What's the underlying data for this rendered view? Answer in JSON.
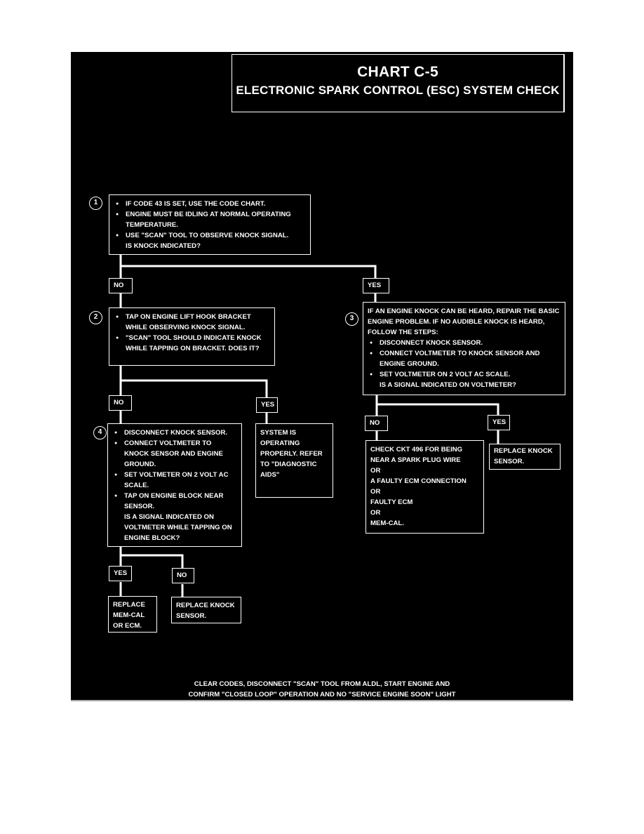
{
  "title": "CHART C-5",
  "subtitle": "ELECTRONIC SPARK CONTROL (ESC) SYSTEM CHECK",
  "steps": {
    "s1": {
      "num": "1",
      "lines": [
        "IF CODE 43 IS SET, USE THE CODE CHART.",
        "ENGINE MUST BE IDLING AT NORMAL OPERATING TEMPERATURE.",
        "USE \"SCAN\" TOOL TO OBSERVE KNOCK SIGNAL.",
        "IS KNOCK INDICATED?"
      ]
    },
    "s2": {
      "num": "2",
      "lines": [
        "TAP ON ENGINE LIFT HOOK BRACKET WHILE OBSERVING KNOCK SIGNAL.",
        "\"SCAN\" TOOL SHOULD INDICATE KNOCK WHILE TAPPING ON BRACKET. DOES IT?"
      ]
    },
    "s3": {
      "num": "3",
      "lines": [
        "IF AN ENGINE KNOCK CAN BE HEARD, REPAIR THE BASIC ENGINE PROBLEM. IF NO AUDIBLE KNOCK IS HEARD, FOLLOW THE STEPS:",
        "DISCONNECT KNOCK SENSOR.",
        "CONNECT VOLTMETER TO KNOCK SENSOR AND ENGINE GROUND.",
        "SET VOLTMETER ON 2 VOLT AC SCALE.",
        "IS A SIGNAL INDICATED ON VOLTMETER?"
      ]
    },
    "s4": {
      "num": "4",
      "lines": [
        "DISCONNECT KNOCK SENSOR.",
        "CONNECT VOLTMETER TO KNOCK SENSOR AND ENGINE GROUND.",
        "SET VOLTMETER ON 2 VOLT AC SCALE.",
        "TAP ON ENGINE BLOCK NEAR SENSOR.",
        "IS A SIGNAL INDICATED ON VOLTMETER WHILE TAPPING ON ENGINE BLOCK?"
      ]
    }
  },
  "labels": {
    "no": "NO",
    "yes": "YES"
  },
  "results": {
    "system_ok": "SYSTEM IS OPERATING PROPERLY. REFER TO \"DIAGNOSTIC AIDS\"",
    "check_ckt": [
      "CHECK CKT 496 FOR BEING NEAR A SPARK PLUG WIRE",
      "OR",
      "A FAULTY ECM CONNECTION",
      "OR",
      "FAULTY ECM",
      "OR",
      "MEM-CAL."
    ],
    "replace_knock_sensor": "REPLACE KNOCK SENSOR.",
    "replace_memcal": "REPLACE MEM-CAL OR ECM."
  },
  "footer": {
    "line1": "CLEAR CODES, DISCONNECT \"SCAN\" TOOL FROM ALDL, START ENGINE AND",
    "line2": "CONFIRM \"CLOSED LOOP\" OPERATION AND NO \"SERVICE ENGINE SOON\" LIGHT"
  }
}
